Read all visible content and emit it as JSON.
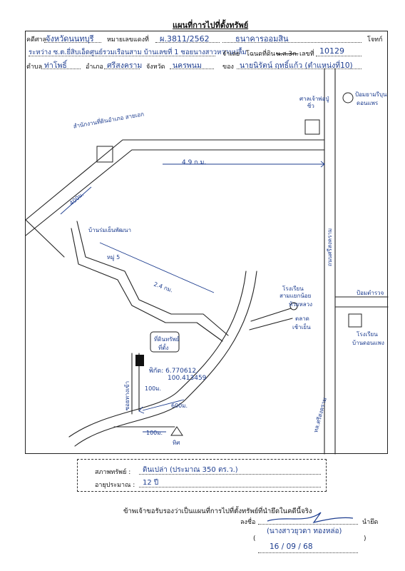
{
  "header": {
    "title": "แผนที่การไปที่ตั้งทรัพย์",
    "court_label": "คดีศาล",
    "court_value": "จังหวัดนนทบุรี",
    "black_case_label": "หมายเลขแดงที่",
    "black_case_value": "ผ.3811/2562",
    "bank_value": "ธนาคารออมสิน",
    "plaintiff_label": "โจทก์",
    "addr_value": "ระหว่าง ซ.ต.ยี่สิบเอ็ดศูนย์รวมเรือนสาม บ้านเลขที่ 1 ซอยนางสาวหวานปลื้ม",
    "defendant_label": "จำเลย",
    "deed_label": "โฉนดที่ดิน",
    "deed_no_label": "เลขที่",
    "deed_no_value": "10129",
    "deed_prefix": "น.ส.3ก.",
    "subdistrict_label": "ตำบล",
    "subdistrict_value": "ท่าโพธิ์",
    "district_label": "อำเภอ",
    "district_value": "ศรีสงคราม",
    "province_label": "จังหวัด",
    "province_value": "นครพนม",
    "owner_label": "ของ",
    "owner_value": "นายนิรัตน์ ฤทธิ์แก้ว (ตำแหน่งที่10)"
  },
  "map": {
    "landmarks": {
      "district_office": "สำนักงานที่ดินอำเภอ สายเอก",
      "temple_top": "ศาลเจ้าพ่อปู่",
      "temple_top_sub": "ซิ่ว",
      "gas_station": "ป้อมยามรีบุน",
      "gas_station_sub": "ดอนแพร",
      "distance_main": "4.9 ก.ม.",
      "distance_400": "400ม.",
      "village_road": "บ้านร่มเย็นพัฒนา",
      "village_road2": "หมู่ 5",
      "distance_24": "2.4 กม.",
      "school": "โรงเรียน",
      "school_sub": "สามแยกน้อย",
      "school_sub2": "ห้วยหลวง",
      "market": "ตลาด",
      "market_sub": "เช้าเย็น",
      "highway": "ถนนศรีสงคราม",
      "phone_post": "ป้อมตำรวจ",
      "hospital": "โรงเรียน",
      "hospital_sub": "บ้านดอนแพง",
      "property_label": "ที่ดินทรัพย์",
      "property_sub": "ที่ตั้ง",
      "coords": "พิกัด: 6.770612,",
      "coords2": "100.413459",
      "distance_100": "100ม.",
      "road_name": "ซอยทางเข้า",
      "distance_600": "600ม.",
      "distance_100b": "100ม.",
      "north": "ทิศ",
      "highway2": "ทล.ศรีสงคราม"
    }
  },
  "status": {
    "condition_label": "สภาพทรัพย์ :",
    "condition_value": "ดินเปล่า (ประมาณ 350 ตร.ว.)",
    "age_label": "อายุประมาณ :",
    "age_value": "12 ปี"
  },
  "footer": {
    "certify": "ข้าพเจ้าขอรับรองว่าเป็นแผนที่การไปที่ตั้งทรัพย์ที่นำยึดในคดีนี้จริง",
    "sign_label": "ลงชื่อ",
    "role_label": "นำยึด",
    "signer_name": "(นางสาวยุวดา ทองหล่อ)",
    "date_value": "16 / 09 / 68"
  },
  "colors": {
    "ink": "#1d3d8f"
  }
}
